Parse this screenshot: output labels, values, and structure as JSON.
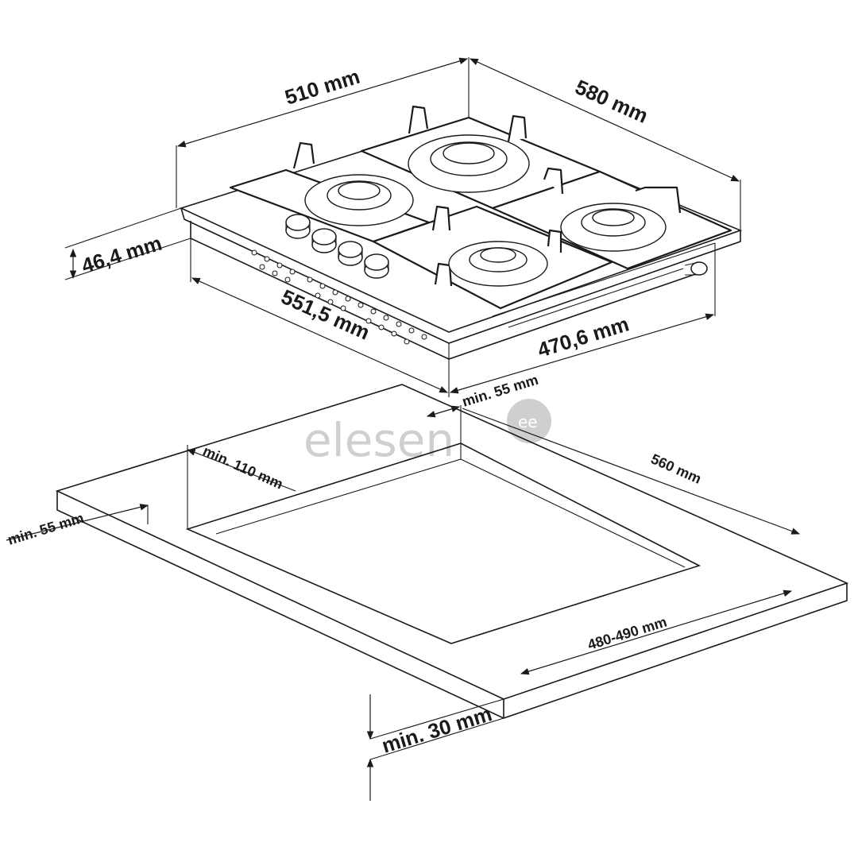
{
  "watermark": {
    "brand": "elesen",
    "badge": "ee"
  },
  "hob_dimensions": {
    "width_top": "510 mm",
    "depth_top": "580 mm",
    "height": "46,4 mm",
    "width_base": "551,5 mm",
    "depth_base": "470,6 mm"
  },
  "cutout_dimensions": {
    "clearance_back": "min. 55 mm",
    "clearance_left": "min. 110 mm",
    "clearance_front": "min. 55 mm",
    "cutout_depth": "560 mm",
    "cutout_width": "480-490 mm",
    "worktop_thickness": "min. 30 mm"
  },
  "hob": {
    "burners": 4,
    "control_knobs": 4
  },
  "colors": {
    "line": "#1a1a1a",
    "watermark": "#cfcfcf"
  }
}
